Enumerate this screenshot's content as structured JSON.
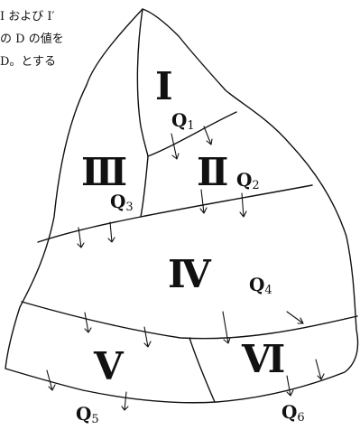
{
  "caption": {
    "line1": "I および I′",
    "line2": "の D の値を",
    "line3": "D。とする"
  },
  "regions": [
    {
      "id": "I",
      "label": "Ⅰ"
    },
    {
      "id": "II",
      "label": "Ⅱ"
    },
    {
      "id": "III",
      "label": "Ⅲ"
    },
    {
      "id": "IV",
      "label": "Ⅳ"
    },
    {
      "id": "V",
      "label": "Ⅴ"
    },
    {
      "id": "VI",
      "label": "Ⅵ"
    }
  ],
  "flows": [
    {
      "letter": "Q",
      "sub": "1"
    },
    {
      "letter": "Q",
      "sub": "2"
    },
    {
      "letter": "Q",
      "sub": "3"
    },
    {
      "letter": "Q",
      "sub": "4"
    },
    {
      "letter": "Q",
      "sub": "5"
    },
    {
      "letter": "Q",
      "sub": "6"
    }
  ],
  "colors": {
    "ink": "#111111",
    "paper": "#ffffff"
  }
}
